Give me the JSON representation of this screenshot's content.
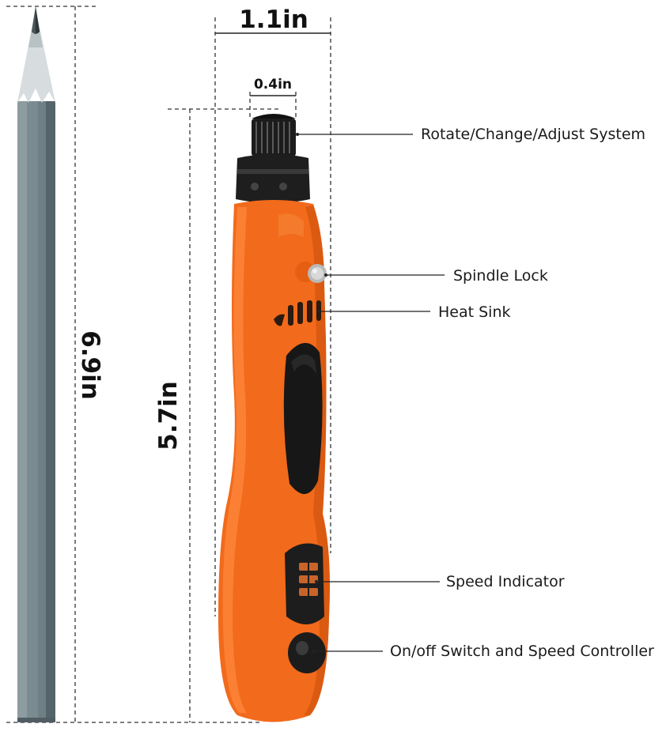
{
  "dimensions": {
    "overall_width": "1.1in",
    "collet_width": "0.4in",
    "pencil_length": "6.9in",
    "tool_length": "5.7in"
  },
  "callouts": [
    {
      "id": "rotate",
      "label": "Rotate/Change/Adjust System"
    },
    {
      "id": "spindle",
      "label": "Spindle Lock"
    },
    {
      "id": "heatsink",
      "label": "Heat Sink"
    },
    {
      "id": "speed-indicator",
      "label": "Speed Indicator"
    },
    {
      "id": "switch",
      "label": "On/off Switch and Speed Controller"
    }
  ],
  "colors": {
    "tool_body": "#f26a1b",
    "tool_body_dark": "#d9520c",
    "pencil_body": "#6e7f85",
    "collet": "#1c1c1c",
    "dimension_line": "#333333"
  }
}
